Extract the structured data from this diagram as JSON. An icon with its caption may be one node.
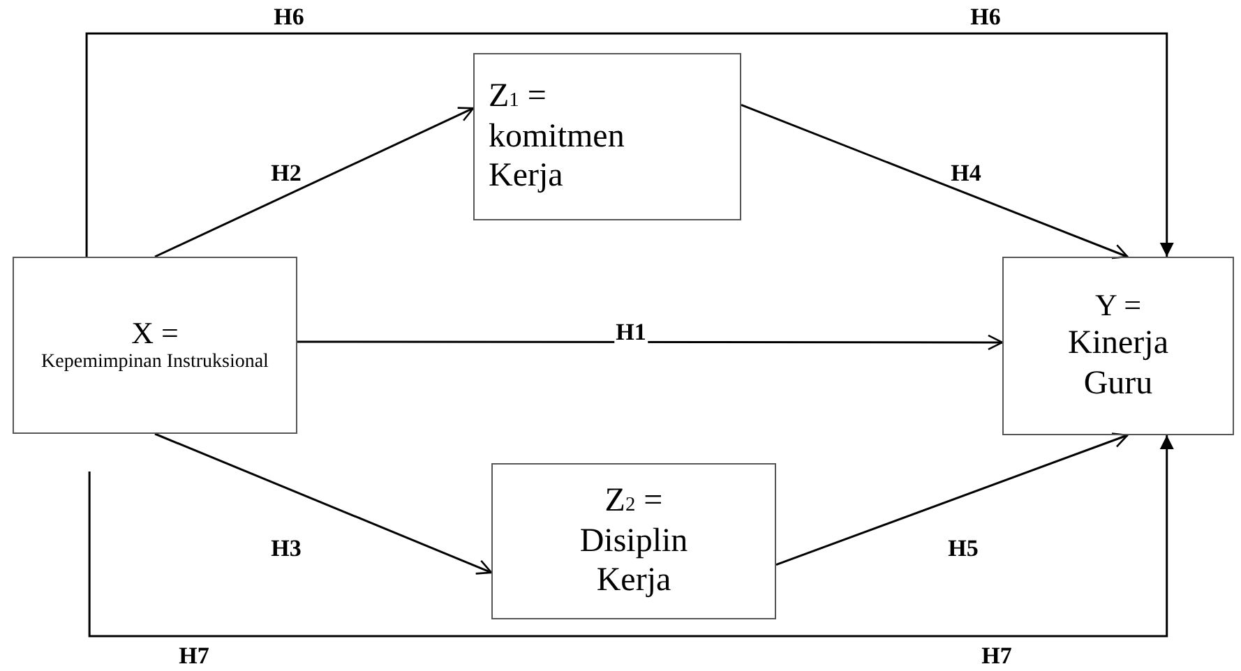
{
  "diagram": {
    "nodes": [
      {
        "text": [
          "Z$_{1}$ = komitmen Kerja"
        ]
      },
      {
        "text": [
          "X =",
          "Kepemimpinan Instruksional"
        ]
      },
      {
        "text": [
          "Y =",
          "Kinerja Guru"
        ]
      },
      {
        "text": [
          "Z$_{2}$ = Disiplin Kerja"
        ]
      }
    ],
    "edges": [
      {
        "from": 1,
        "to": 2,
        "arrow": "to",
        "label": "H6"
      },
      {
        "from": 1,
        "to": 0,
        "arrow": "to",
        "label": "H2"
      },
      {
        "from": 0,
        "to": 2,
        "arrow": "to",
        "label": "H4"
      },
      {
        "from": 1,
        "to": 2,
        "arrow": "to",
        "label": "H1"
      },
      {
        "from": 1,
        "to": 3,
        "arrow": "to",
        "label": "H3"
      },
      {
        "from": 3,
        "to": 2,
        "arrow": "to",
        "label": "H5"
      },
      {
        "from": 1,
        "to": 2,
        "arrow": "to",
        "label": "H7"
      }
    ],
    "labels": [
      "H6",
      "H7"
    ]
  }
}
